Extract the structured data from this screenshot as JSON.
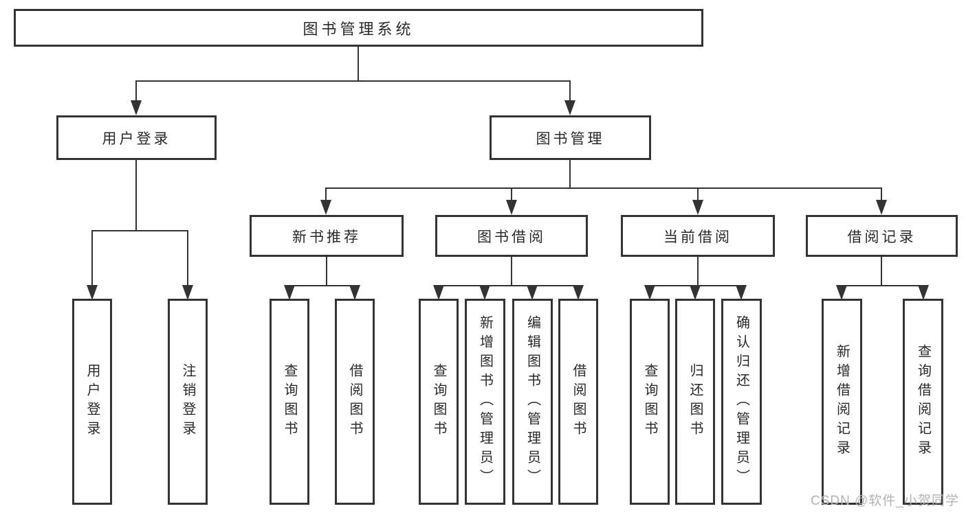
{
  "diagram": {
    "type": "hierarchy-flowchart",
    "colors": {
      "line": "#333333",
      "text": "#2a2a2a",
      "box_background": "#ffffff",
      "page_background": "#ffffff",
      "watermark": "#b3b3b3"
    }
  },
  "nodes": {
    "root": {
      "label": "图书管理系统"
    },
    "user_login": {
      "label": "用户登录"
    },
    "book_management": {
      "label": "图书管理"
    },
    "new_book_recommend": {
      "label": "新书推荐"
    },
    "book_borrowing": {
      "label": "图书借阅"
    },
    "current_borrowing": {
      "label": "当前借阅"
    },
    "borrowing_records": {
      "label": "借阅记录"
    },
    "leaf_user_login": {
      "label": "用户登录"
    },
    "leaf_logout": {
      "label": "注销登录"
    },
    "nbr_query_books": {
      "label": "查询图书"
    },
    "nbr_borrow_books": {
      "label": "借阅图书"
    },
    "bb_query_books": {
      "label": "查询图书"
    },
    "bb_add_books_admin": {
      "label": "新增图书（管理员）"
    },
    "bb_edit_books_admin": {
      "label": "编辑图书（管理员）"
    },
    "bb_borrow_books": {
      "label": "借阅图书"
    },
    "cb_query_books": {
      "label": "查询图书"
    },
    "cb_return_books": {
      "label": "归还图书"
    },
    "cb_confirm_return_admin": {
      "label": "确认归还（管理员）"
    },
    "br_add_record": {
      "label": "新增借阅记录"
    },
    "br_query_record": {
      "label": "查询借阅记录"
    }
  },
  "watermark": {
    "text": "CSDN @软件_小贺同学"
  }
}
